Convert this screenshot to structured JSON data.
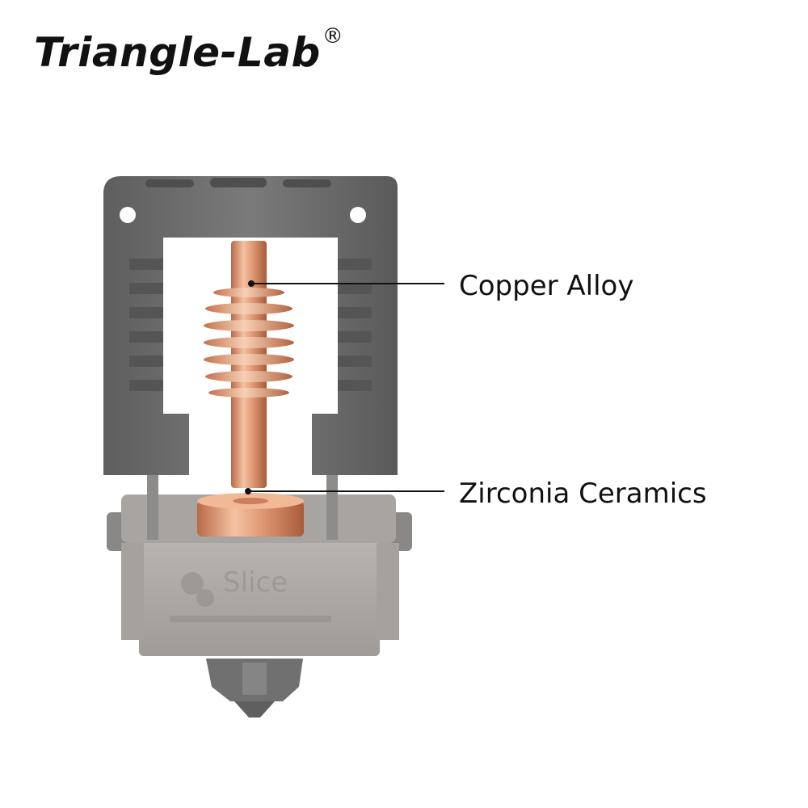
{
  "brand": {
    "name": "Triangle-Lab",
    "registered_mark": "®"
  },
  "callouts": [
    {
      "label": "Copper Alloy"
    },
    {
      "label": "Zirconia Ceramics"
    }
  ],
  "product": {
    "logo_text": "Slice",
    "description": "hotend assembly with copper alloy heat break and zirconia ceramic insulator"
  },
  "colors": {
    "background": "#ffffff",
    "copper": "#d98a63",
    "housing": "#6e6e6e",
    "block": "#a9a7a4",
    "text": "#111111"
  }
}
